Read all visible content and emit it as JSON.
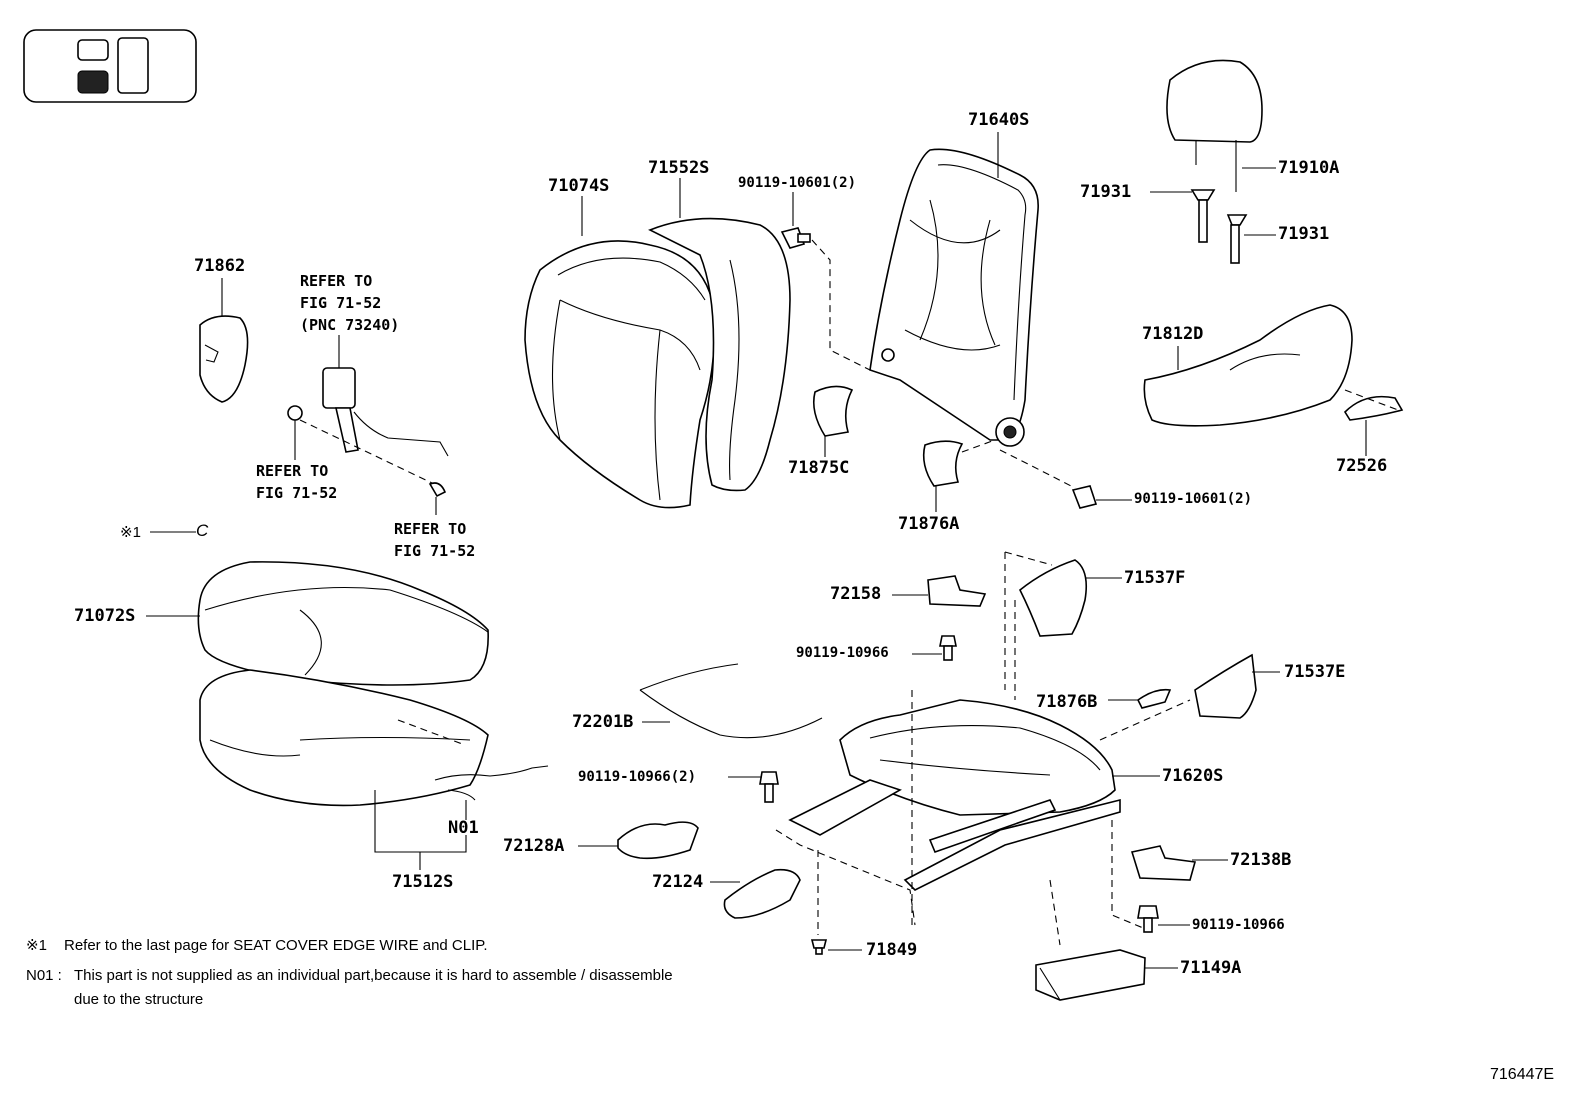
{
  "figure_id": "716447E",
  "labels": {
    "p71862": "71862",
    "p71074S": "71074S",
    "p71552S": "71552S",
    "p90119_10601_top": "90119-10601(2)",
    "p71640S": "71640S",
    "p71910A": "71910A",
    "p71931_a": "71931",
    "p71931_b": "71931",
    "p71812D": "71812D",
    "p72526": "72526",
    "p71875C": "71875C",
    "p71876A": "71876A",
    "p90119_10601_bot": "90119-10601(2)",
    "p71072S": "71072S",
    "p72158": "72158",
    "p71537F": "71537F",
    "p90119_10966_a": "90119-10966",
    "p71537E": "71537E",
    "p71876B": "71876B",
    "p72201B": "72201B",
    "p90119_10966_2": "90119-10966(2)",
    "p71620S": "71620S",
    "p72128A": "72128A",
    "p72138B": "72138B",
    "p72124": "72124",
    "p90119_10966_b": "90119-10966",
    "p71849": "71849",
    "p71149A": "71149A",
    "p71512S": "71512S",
    "pN01": "N01"
  },
  "references": {
    "ref_belt": "REFER TO\nFIG 71-52\n(PNC 73240)",
    "ref_left": "REFER TO\nFIG 71-52",
    "ref_clip": "REFER TO\nFIG 71-52"
  },
  "marker": {
    "symbol": "※1",
    "letter": "C"
  },
  "notes": {
    "note1_marker": "※1",
    "note1_text": "Refer to the last page for SEAT COVER EDGE WIRE and CLIP.",
    "note2_marker": "N01 :",
    "note2_line1": "This part is not supplied as an individual part,because it is hard to assemble / disassemble",
    "note2_line2": "due to the structure"
  }
}
